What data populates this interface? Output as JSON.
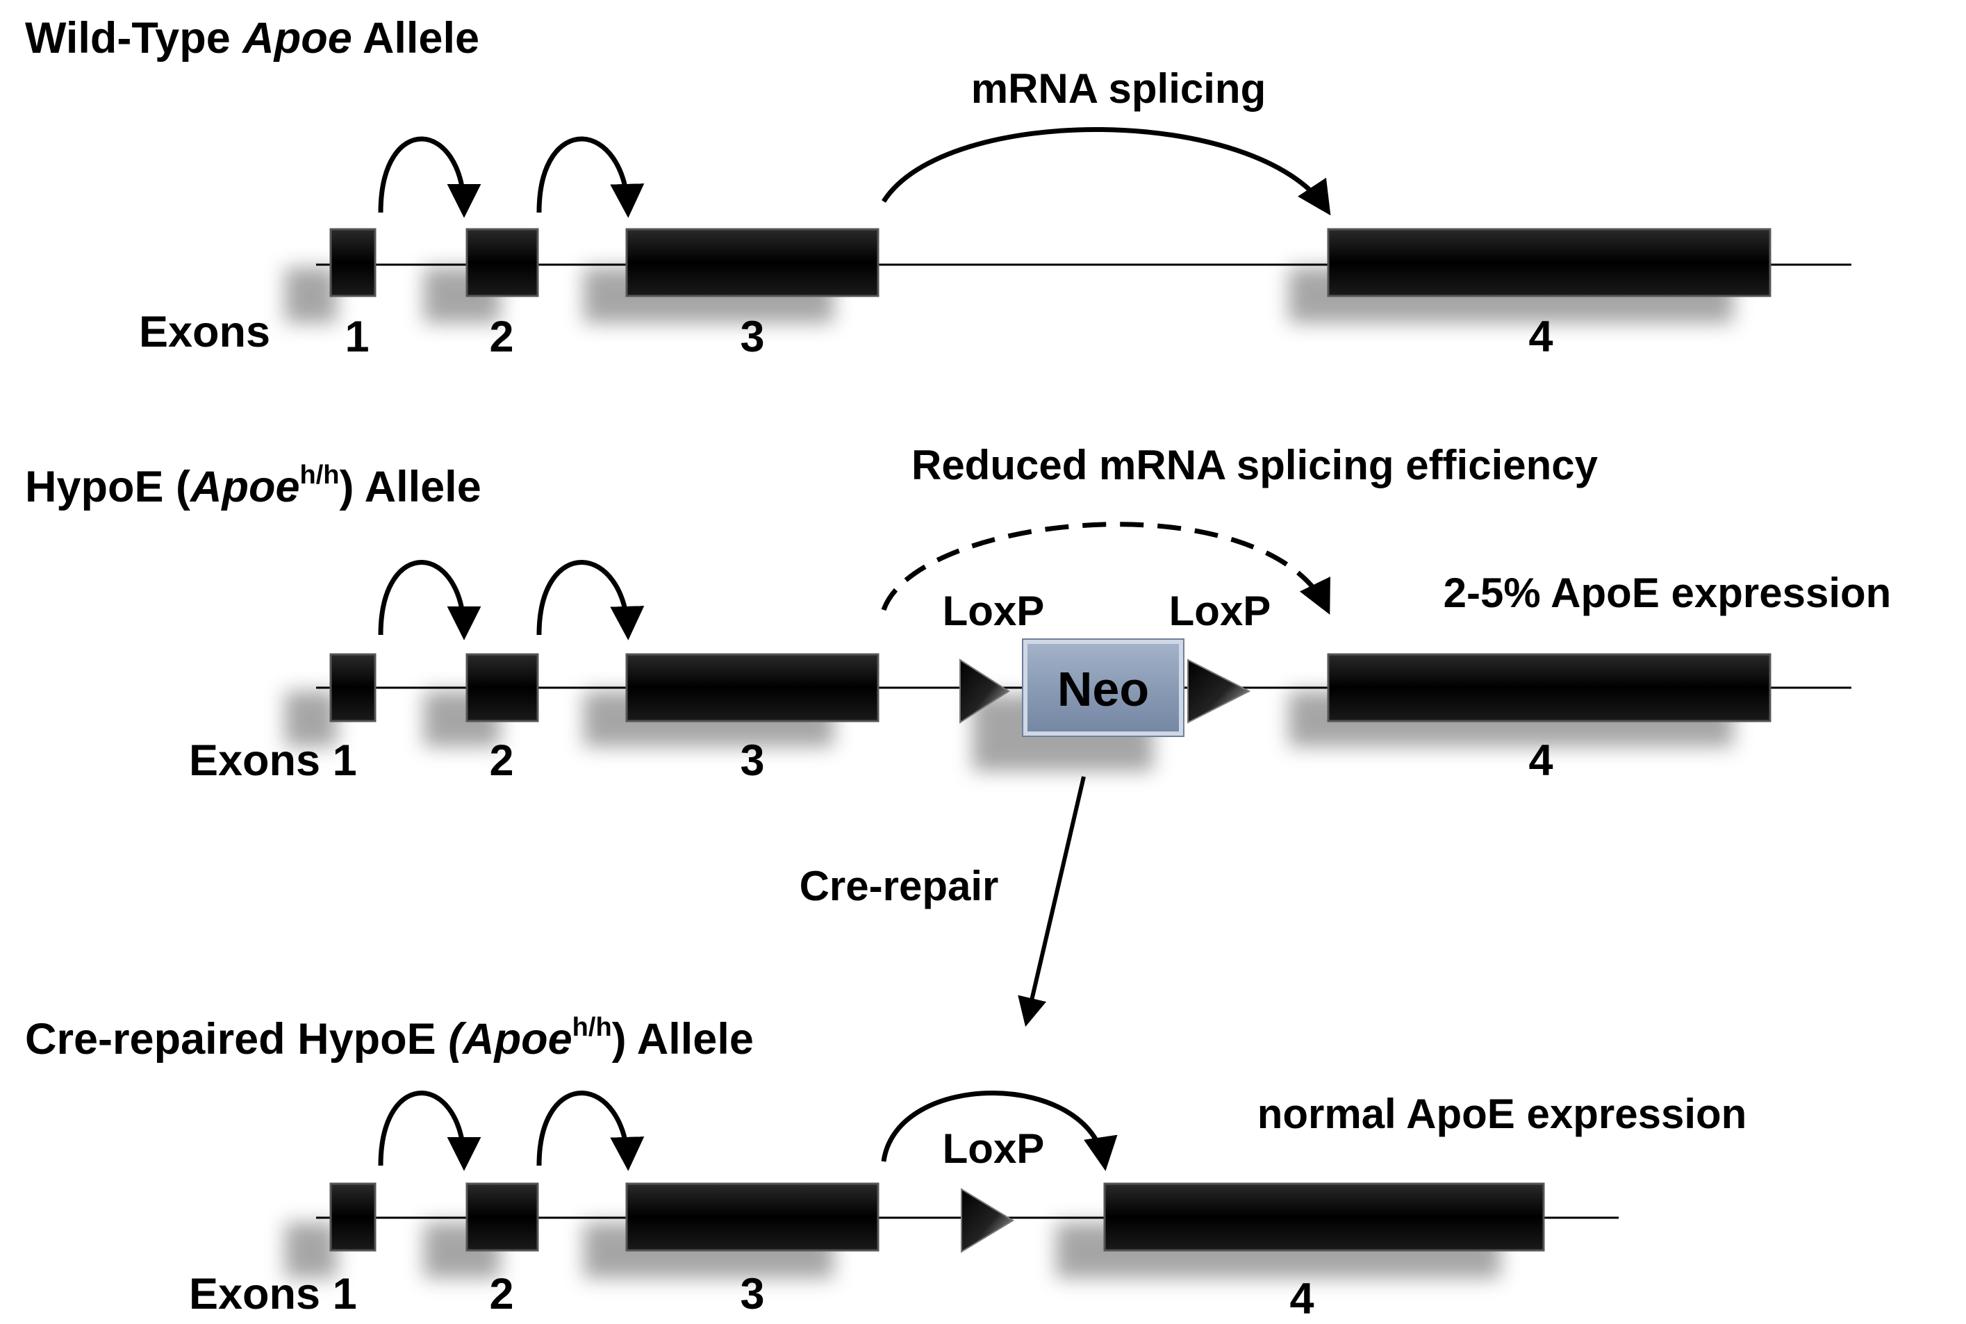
{
  "colors": {
    "exon": "#000000",
    "neo_fill": "#8a9bb5",
    "neo_border": "#c8d2e0"
  },
  "wild_type": {
    "title_prefix": "Wild-Type ",
    "title_gene": "Apoe",
    "title_suffix": " Allele",
    "exons_label": "Exons",
    "exon_numbers": [
      "1",
      "2",
      "3",
      "4"
    ],
    "splice_label": "mRNA splicing"
  },
  "hypoe": {
    "title_prefix": "HypoE (",
    "title_gene": "Apoe",
    "title_sup": "h/h",
    "title_suffix": ") Allele",
    "exons_label": "Exons 1",
    "exon_numbers": [
      "2",
      "3",
      "4"
    ],
    "splice_label": "Reduced mRNA splicing efficiency",
    "loxp_left": "LoxP",
    "loxp_right": "LoxP",
    "neo_label": "Neo",
    "expression_label": "2-5% ApoE expression"
  },
  "repair": {
    "label": "Cre-repair"
  },
  "cre_repaired": {
    "title_prefix": "Cre-repaired HypoE ",
    "title_gene": "(Apoe",
    "title_sup": "h/h",
    "title_suffix": ") Allele",
    "exons_label": "Exons 1",
    "exon_numbers": [
      "2",
      "3",
      "4"
    ],
    "loxp": "LoxP",
    "expression_label": "normal ApoE expression"
  }
}
